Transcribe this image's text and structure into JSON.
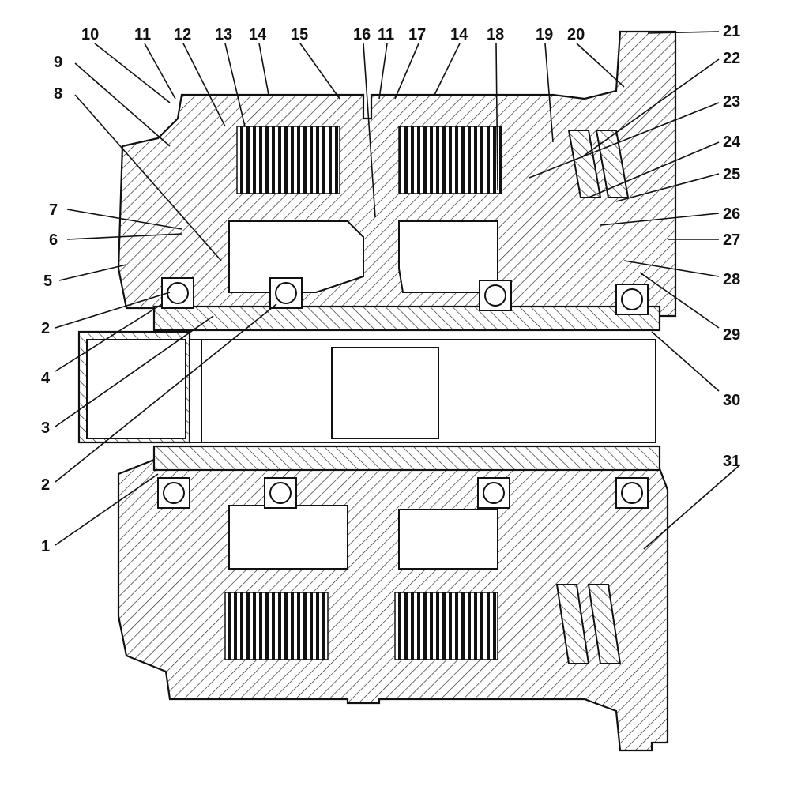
{
  "callouts": [
    {
      "id": "n1",
      "text": "1"
    },
    {
      "id": "n2a",
      "text": "2"
    },
    {
      "id": "n2b",
      "text": "2"
    },
    {
      "id": "n3",
      "text": "3"
    },
    {
      "id": "n4",
      "text": "4"
    },
    {
      "id": "n5",
      "text": "5"
    },
    {
      "id": "n6",
      "text": "6"
    },
    {
      "id": "n7",
      "text": "7"
    },
    {
      "id": "n8",
      "text": "8"
    },
    {
      "id": "n9",
      "text": "9"
    },
    {
      "id": "n10",
      "text": "10"
    },
    {
      "id": "n11a",
      "text": "11"
    },
    {
      "id": "n11b",
      "text": "11"
    },
    {
      "id": "n12",
      "text": "12"
    },
    {
      "id": "n13",
      "text": "13"
    },
    {
      "id": "n14a",
      "text": "14"
    },
    {
      "id": "n14b",
      "text": "14"
    },
    {
      "id": "n15",
      "text": "15"
    },
    {
      "id": "n16",
      "text": "16"
    },
    {
      "id": "n17",
      "text": "17"
    },
    {
      "id": "n18",
      "text": "18"
    },
    {
      "id": "n19",
      "text": "19"
    },
    {
      "id": "n20",
      "text": "20"
    },
    {
      "id": "n21",
      "text": "21"
    },
    {
      "id": "n22",
      "text": "22"
    },
    {
      "id": "n23",
      "text": "23"
    },
    {
      "id": "n24",
      "text": "24"
    },
    {
      "id": "n25",
      "text": "25"
    },
    {
      "id": "n26",
      "text": "26"
    },
    {
      "id": "n27",
      "text": "27"
    },
    {
      "id": "n28",
      "text": "28"
    },
    {
      "id": "n29",
      "text": "29"
    },
    {
      "id": "n30",
      "text": "30"
    },
    {
      "id": "n31",
      "text": "31"
    }
  ]
}
